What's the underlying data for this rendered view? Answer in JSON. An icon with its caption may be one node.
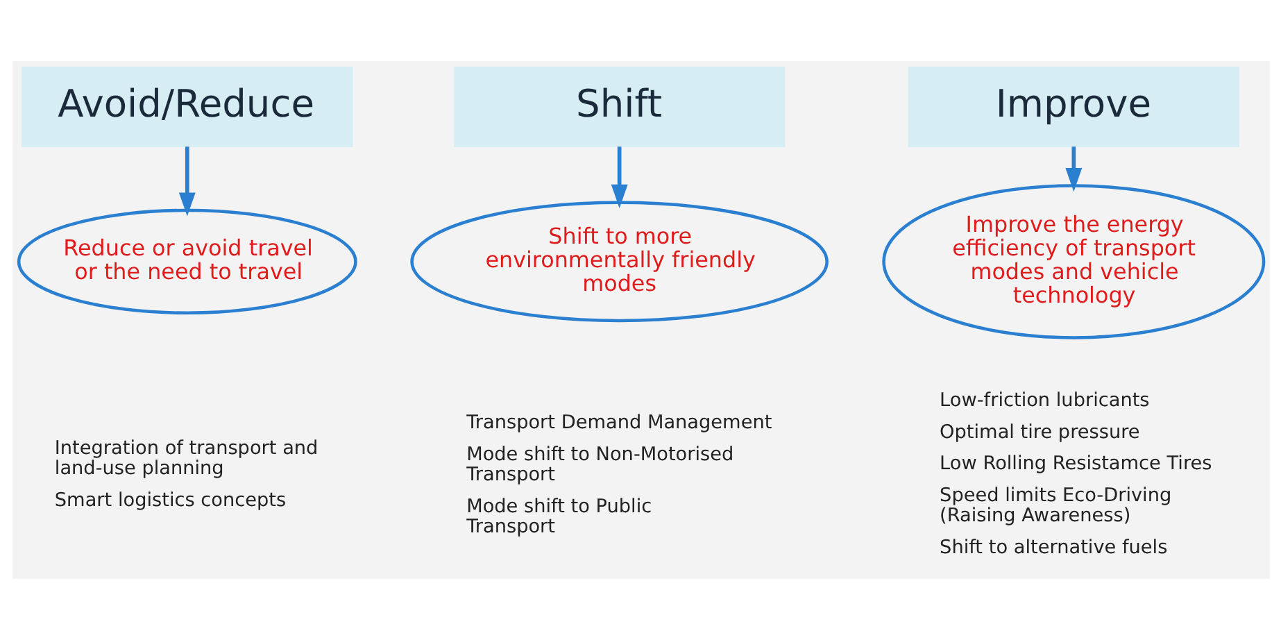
{
  "diagram": {
    "nodes": [
      {
        "text": [
          "Avoid/Reduce"
        ]
      },
      {
        "text": [
          "Shift"
        ]
      },
      {
        "text": [
          "Improve"
        ]
      },
      {
        "text": [
          "Reduce or avoid travel or the need to travel"
        ],
        "beside": [
          "Integration of transport and land-use planning",
          "Smart logistics concepts"
        ]
      },
      {
        "text": [
          "Shift to more environmentally friendly modes"
        ],
        "beside": [
          "Transport Demand Management",
          "Mode shift to Non-Motorised Transport",
          "Mode shift to Public Transport"
        ]
      },
      {
        "text": [
          "Improve the energy efficiency of transport modes and vehicle technology"
        ],
        "beside": [
          "Low-friction lubricants",
          "Optimal tire pressure",
          "Low Rolling Resistamce Tires",
          "Speed limits Eco-Driving (Raising Awareness)",
          "Shift to alternative fuels"
        ]
      }
    ],
    "edges": [
      {
        "from": 0,
        "to": 3,
        "arrow": "to"
      },
      {
        "from": 1,
        "to": 4,
        "arrow": "to"
      },
      {
        "from": 2,
        "to": 5,
        "arrow": "to"
      }
    ]
  }
}
